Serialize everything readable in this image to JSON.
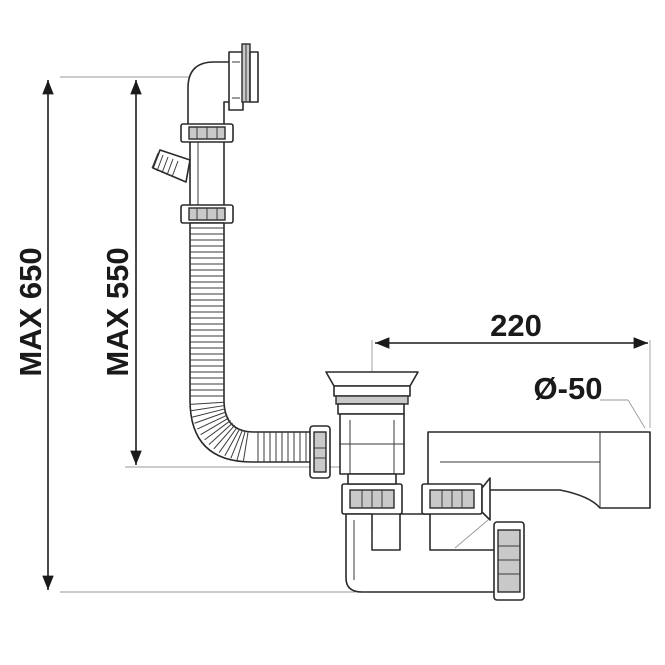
{
  "dimensions": {
    "max_overall": "MAX 650",
    "max_inlet": "MAX 550",
    "width": "220",
    "diameter": "Ø-50"
  },
  "colors": {
    "line": "#2a2a2a",
    "shade": "#c9c9c9",
    "extension": "#9a9a9a",
    "text": "#1a1a1a"
  }
}
